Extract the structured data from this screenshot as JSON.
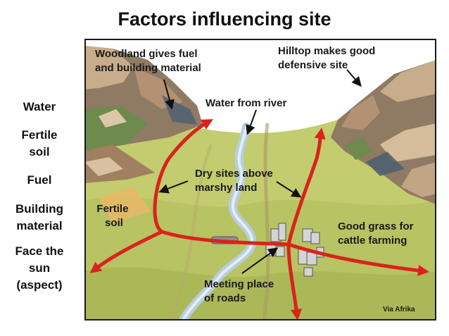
{
  "title": "Factors influencing site",
  "factors": [
    "Water",
    "Fertile\nsoil",
    "Fuel",
    "Building\nmaterial",
    "Face the\nsun\n(aspect)"
  ],
  "labels": {
    "woodland_1": "Woodland gives fuel",
    "woodland_2": "and building material",
    "hilltop_1": "Hilltop makes good",
    "hilltop_2": "defensive site",
    "water": "Water from river",
    "dry_1": "Dry sites above",
    "dry_2": "marshy land",
    "fertile_1": "Fertile",
    "fertile_2": "soil",
    "grass_1": "Good grass for",
    "grass_2": "cattle farming",
    "meeting_1": "Meeting place",
    "meeting_2": "of roads",
    "credit": "Via Afrika"
  },
  "colors": {
    "road": "#d9231b",
    "field": "#c3cc6e",
    "sky": "#ffffff",
    "river": "#b9cde0",
    "hill": "#9e8468",
    "frame": "#1a1a1a"
  }
}
